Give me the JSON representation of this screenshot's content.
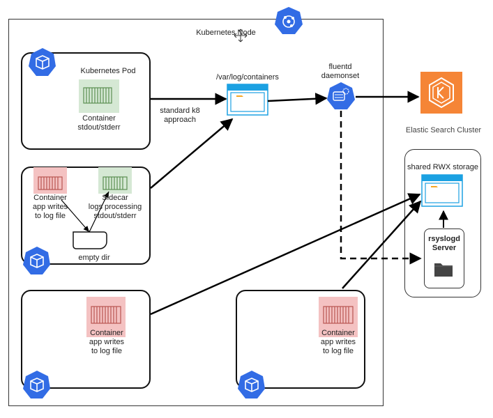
{
  "node": {
    "title": "Kubernetes Node"
  },
  "pod1": {
    "title": "Kubernetes Pod",
    "container_line1": "Container",
    "container_line2": "stdout/stderr"
  },
  "pod2": {
    "container_line1": "Container",
    "container_line2": "app writes",
    "container_line3": "to log file",
    "sidecar_line1": "Sidecar",
    "sidecar_line2": "logs processing",
    "sidecar_line3": "stdout/stderr",
    "empty_dir": "empty dir"
  },
  "pod3": {
    "container_line1": "Container",
    "container_line2": "app writes",
    "container_line3": "to log file"
  },
  "pod4": {
    "container_line1": "Container",
    "container_line2": "app writes",
    "container_line3": "to log file"
  },
  "edge_label": {
    "line1": "standard k8",
    "line2": "approach"
  },
  "var_log": {
    "label": "/var/log/containers"
  },
  "fluentd": {
    "line1": "fluentd",
    "line2": "daemonset"
  },
  "elastic": {
    "label": "Elastic Search Cluster"
  },
  "storage": {
    "label": "shared RWX storage"
  },
  "rsyslogd": {
    "line1": "rsyslogd",
    "line2": "Server"
  },
  "colors": {
    "k8s_blue": "#326ce5",
    "aws_orange": "#f58536",
    "folder_blue": "#1ba1e2"
  }
}
